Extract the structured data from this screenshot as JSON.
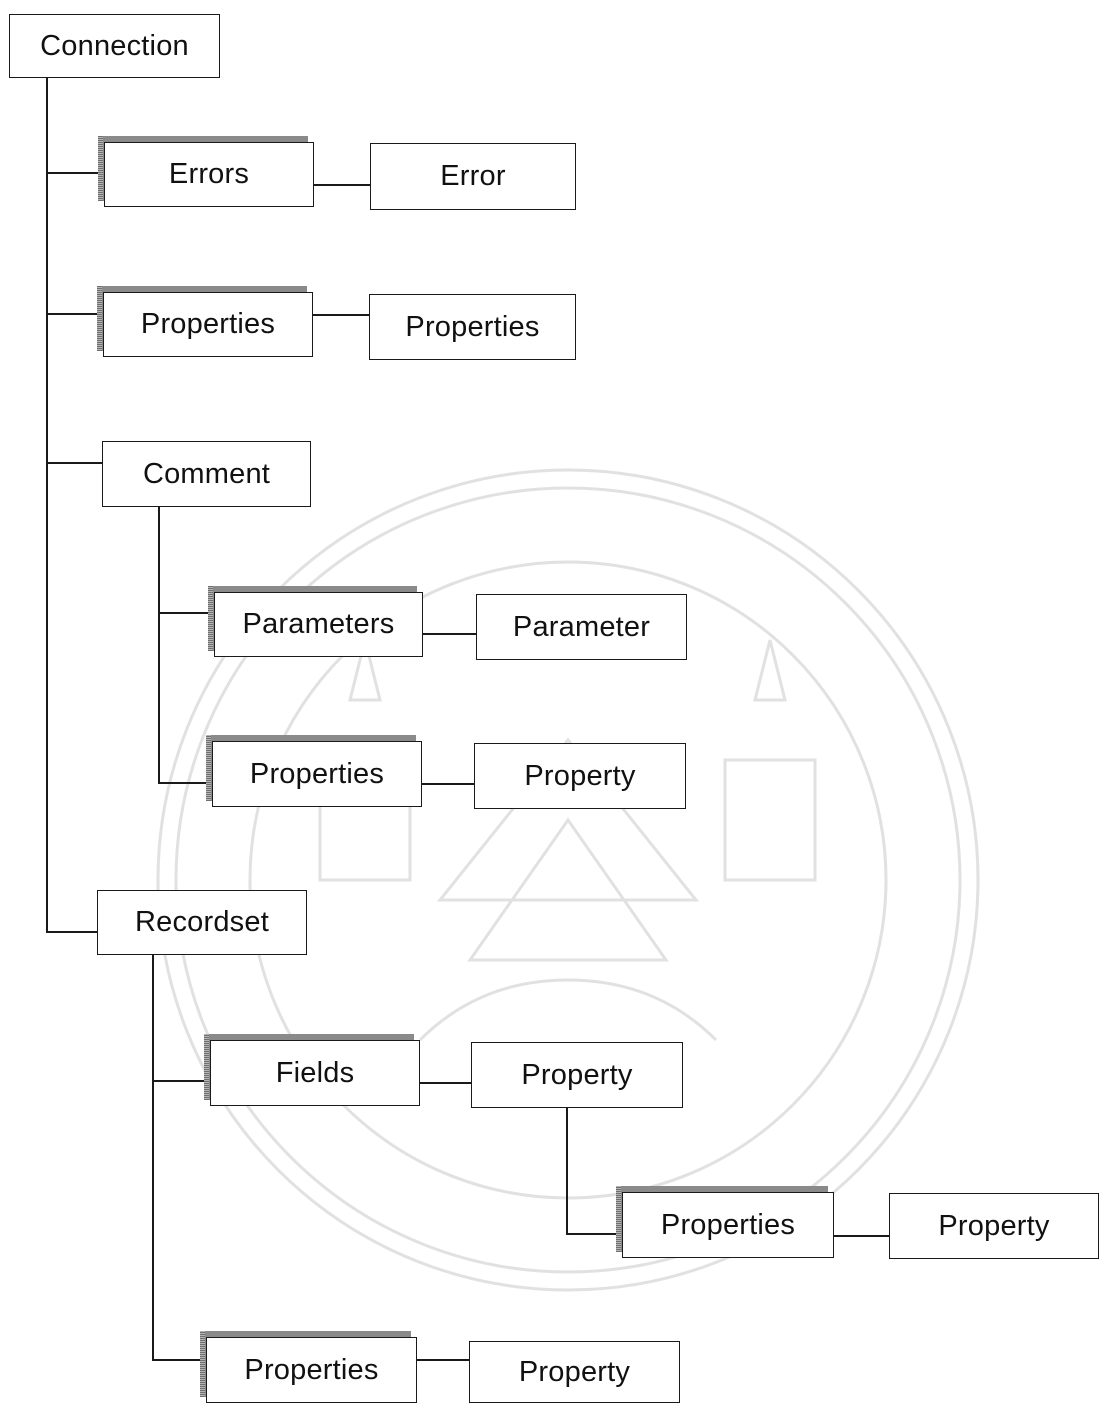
{
  "diagram": {
    "nodes": {
      "connection": "Connection",
      "errors": "Errors",
      "error": "Error",
      "conn_properties": "Properties",
      "conn_property": "Properties",
      "comment": "Comment",
      "parameters": "Parameters",
      "parameter": "Parameter",
      "cmd_properties": "Properties",
      "cmd_property": "Property",
      "recordset": "Recordset",
      "fields": "Fields",
      "field_property": "Property",
      "field_properties": "Properties",
      "field_properties_property": "Property",
      "rs_properties": "Properties",
      "rs_property": "Property"
    },
    "edges": [
      [
        "connection",
        "errors"
      ],
      [
        "errors",
        "error"
      ],
      [
        "connection",
        "conn_properties"
      ],
      [
        "conn_properties",
        "conn_property"
      ],
      [
        "connection",
        "comment"
      ],
      [
        "comment",
        "parameters"
      ],
      [
        "parameters",
        "parameter"
      ],
      [
        "comment",
        "cmd_properties"
      ],
      [
        "cmd_properties",
        "cmd_property"
      ],
      [
        "connection",
        "recordset"
      ],
      [
        "recordset",
        "fields"
      ],
      [
        "fields",
        "field_property"
      ],
      [
        "field_property",
        "field_properties"
      ],
      [
        "field_properties",
        "field_properties_property"
      ],
      [
        "recordset",
        "rs_properties"
      ],
      [
        "rs_properties",
        "rs_property"
      ]
    ]
  },
  "watermark": {
    "kind": "university-seal",
    "color": "#9a9a9a"
  }
}
